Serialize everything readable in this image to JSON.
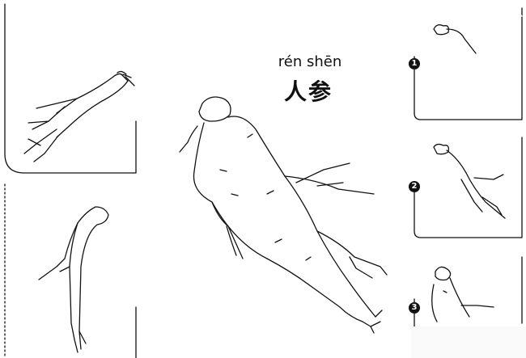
{
  "title": {
    "pinyin": "rén shēn",
    "hanzi": "人参"
  },
  "steps": [
    {
      "number": "1"
    },
    {
      "number": "2"
    },
    {
      "number": "3"
    }
  ],
  "colors": {
    "line": "#111111",
    "background": "#ffffff"
  }
}
